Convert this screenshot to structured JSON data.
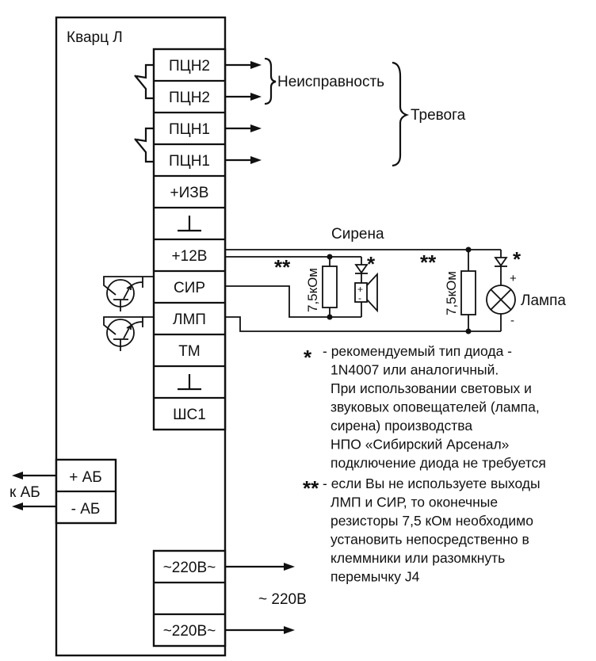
{
  "device": {
    "title": "Кварц Л",
    "terminals": [
      "ПЦН2",
      "ПЦН2",
      "ПЦН1",
      "ПЦН1",
      "+ИЗВ",
      "⊥",
      "+12В",
      "СИР",
      "ЛМП",
      "ТМ",
      "⊥",
      "ШС1"
    ],
    "battery_terminals": [
      "+ АБ",
      "- АБ"
    ],
    "mains_terminals": [
      "~220В~",
      "",
      "~220В~"
    ]
  },
  "labels": {
    "fault": "Неисправность",
    "alarm": "Тревога",
    "siren": "Сирена",
    "lamp": "Лампа",
    "resistor_1": "7,5кОм",
    "resistor_2": "7,5кОм",
    "to_battery": "к АБ",
    "mains": "~ 220В",
    "plus": "+",
    "minus": "-",
    "star_single": "*",
    "star_double": "**"
  },
  "notes": [
    {
      "marker": "*",
      "lines": [
        "- рекомендуемый тип диода -",
        "1N4007 или аналогичный.",
        "При использовании световых и",
        "звуковых оповещателей (лампа,",
        "сирена) производства",
        "НПО «Сибирский Арсенал»",
        "подключение диода не требуется"
      ]
    },
    {
      "marker": "**",
      "lines": [
        "- если Вы не используете выходы",
        "ЛМП и СИР, то оконечные",
        "резисторы 7,5 кОм необходимо",
        "установить непосредственно в",
        "клеммники или разомкнуть",
        "перемычку J4"
      ]
    }
  ]
}
